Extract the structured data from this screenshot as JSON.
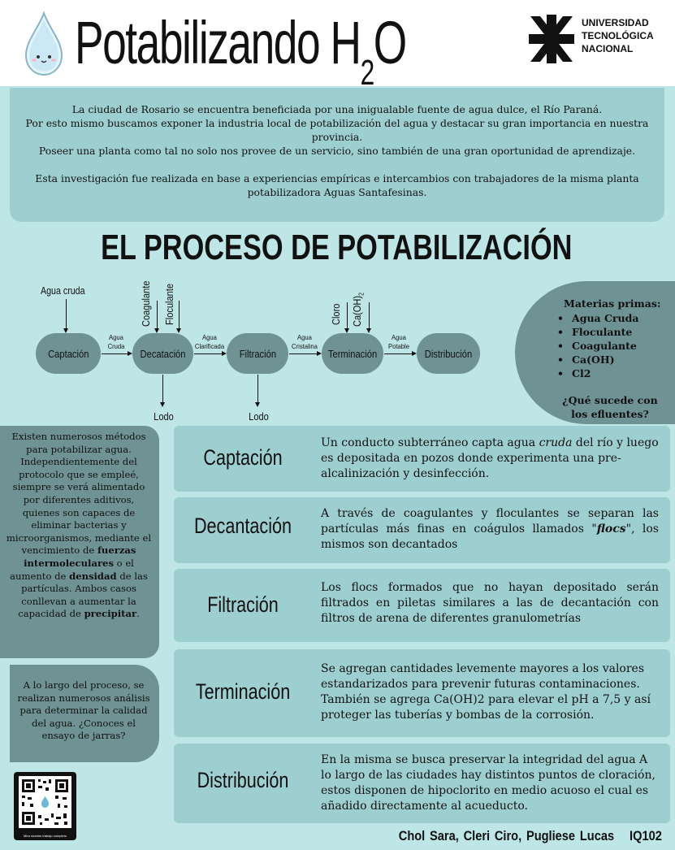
{
  "header": {
    "title_main": "Potabilizando H",
    "title_sub": "2",
    "title_end": "O",
    "university_line1": "UNIVERSIDAD",
    "university_line2": "TECNOLÓGICA",
    "university_line3": "NACIONAL"
  },
  "intro": {
    "line1": "La ciudad de Rosario se encuentra beneficiada por una inigualable fuente de agua dulce, el Río Paraná.",
    "line2": "Por esto mismo buscamos exponer la industria local de potabilización del agua y destacar su gran importancia en nuestra provincia.",
    "line3": "Poseer una planta como tal no solo nos provee de un servicio, sino también de una gran oportunidad de aprendizaje.",
    "line4": "Esta investigación fue realizada en base a experiencias empíricas e intercambios con trabajadores de la misma planta potabilizadora Aguas Santafesinas."
  },
  "process_title": "EL PROCESO DE POTABILIZACIÓN",
  "diagram": {
    "input_water": "Agua cruda",
    "coagulante": "Coagulante",
    "floculante": "Floculante",
    "cloro": "Cloro",
    "caoh_main": "Ca(OH)",
    "caoh_sub": "2",
    "nodes": [
      "Captación",
      "Decatación",
      "Filtración",
      "Terminación",
      "Distribución"
    ],
    "flows": [
      {
        "line1": "Agua",
        "line2": "Cruda"
      },
      {
        "line1": "Agua",
        "line2": "Clarificada"
      },
      {
        "line1": "Agua",
        "line2": "Cristalina"
      },
      {
        "line1": "Agua",
        "line2": "Potable"
      }
    ],
    "output1": "Lodo",
    "output2": "Lodo"
  },
  "materias": {
    "title": "Materias primas:",
    "items": [
      "Agua Cruda",
      "Floculante",
      "Coagulante",
      "Ca(OH)",
      "Cl2"
    ],
    "question": "¿Qué sucede con los efluentes?"
  },
  "left_box1": {
    "text_a": "Existen numerosos métodos para potabilizar agua. Independientemente del protocolo que se empleé, siempre se verá alimentado por diferentes aditivos, quienes son capaces de eliminar bacterias y microorganismos, mediante el vencimiento de ",
    "bold_a": "fuerzas intermoleculares",
    "text_b": " o el aumento de ",
    "bold_b": "densidad",
    "text_c": " de las partículas. Ambos casos conllevan a aumentar la capacidad de ",
    "bold_c": "precipitar",
    "text_d": "."
  },
  "left_box2": {
    "text": "A lo largo del proceso, se realizan numerosos análisis para determinar la calidad del agua. ¿Conoces el ensayo de jarras?"
  },
  "qr_caption": "Mira nuestro trabajo completo",
  "steps": [
    {
      "title": "Captación",
      "desc_a": "Un conducto subterráneo capta agua ",
      "desc_em": "cruda",
      "desc_b": " del río y luego es depositada en pozos donde experimenta una pre-alcalinización y desinfección."
    },
    {
      "title": "Decantación",
      "desc_a": "A través de coagulantes y floculantes se separan las partículas más finas en coágulos llamados \"",
      "desc_em": "flocs",
      "desc_b": "\", los mismos son  decantados"
    },
    {
      "title": "Filtración",
      "desc": "Los flocs formados que no hayan depositado serán filtrados en piletas similares a las de decantación con filtros de arena de diferentes granulometrías"
    },
    {
      "title": "Terminación",
      "desc": "Se agregan cantidades levemente mayores a los valores estandarizados para prevenir futuras contaminaciones. También se agrega Ca(OH)2 para elevar el pH a 7,5 y así proteger las tuberías y bombas de la corrosión."
    },
    {
      "title": "Distribución",
      "desc": "En la misma se busca preservar la integridad del agua A lo largo de las ciudades hay distintos puntos de cloración, estos disponen de hipoclorito en medio acuoso el cual es añadido directamente al acueducto."
    }
  ],
  "authors": "Chol Sara, Cleri Ciro, Pugliese Lucas",
  "course_code": "IQ102"
}
